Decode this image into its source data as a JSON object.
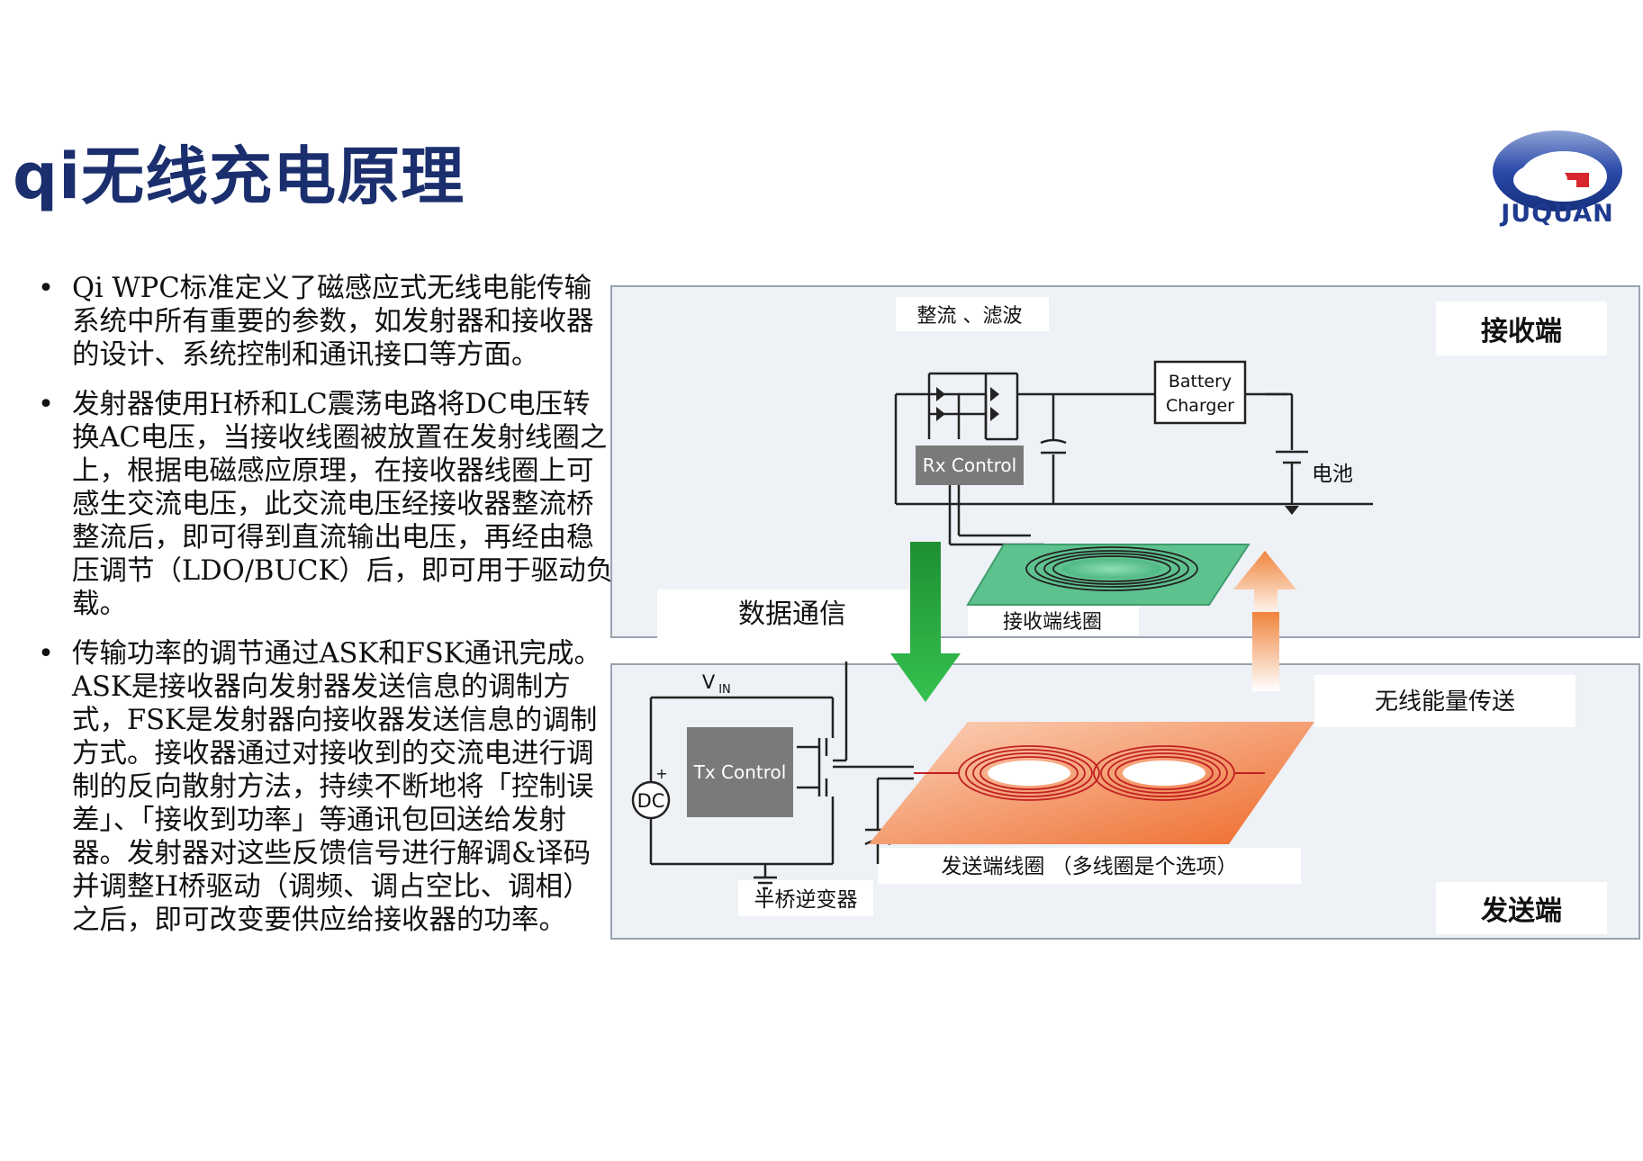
{
  "slide": {
    "title": "qi无线充电原理"
  },
  "logo": {
    "text": "JUQUAN",
    "colors": {
      "ring": "#1f3d94",
      "accent": "#d7262d"
    }
  },
  "bullets": [
    {
      "marker": "•",
      "text": "Qi WPC标准定义了磁感应式无线电能传输系统中所有重要的参数，如发射器和接收器的设计、系统控制和通讯接口等方面。"
    },
    {
      "marker": "•",
      "text": "发射器使用H桥和LC震荡电路将DC电压转换AC电压，当接收线圈被放置在发射线圈之上，根据电磁感应原理，在接收器线圈上可感生交流电压，此交流电压经接收器整流桥整流后，即可得到直流输出电压，再经由稳压调节（LDO/BUCK）后，即可用于驱动负载。"
    },
    {
      "marker": "•",
      "text": "传输功率的调节通过ASK和FSK通讯完成。ASK是接收器向发射器发送信息的调制方式，FSK是发射器向接收器发送信息的调制方式。接收器通过对接收到的交流电进行调制的反向散射方法，持续不断地将「控制误差」、「接收到功率」等通讯包回送给发射器。发射器对这些反馈信号进行解调&译码并调整H桥驱动（调频、调占空比、调相）之后，即可改变要供应给接收器的功率。"
    }
  ],
  "diagram": {
    "receiver": {
      "panel_label": "接收端",
      "rectifier_label": "整流 、滤波",
      "battery_charger_line1": "Battery",
      "battery_charger_line2": "Charger",
      "rx_control": "Rx Control",
      "battery_label": "电池",
      "coil_label": "接收端线圈"
    },
    "transmitter": {
      "panel_label": "发送端",
      "vin": "V",
      "vin_sub": "IN",
      "dc": "DC",
      "plus": "+",
      "tx_control": "Tx Control",
      "inverter_label": "半桥逆变器",
      "coil_label": "发送端线圈 （多线圈是个选项）"
    },
    "data_comm_label": "数据通信",
    "wireless_power_label": "无线能量传送",
    "colors": {
      "panel_bg": "#eef1f5",
      "rx_coil_plate": "#5ec28e",
      "tx_coil_plate": "#f07a3c",
      "control_box": "#7a7a7a",
      "data_arrow": "#1fa23c",
      "power_arrow": "#f0843c"
    }
  }
}
